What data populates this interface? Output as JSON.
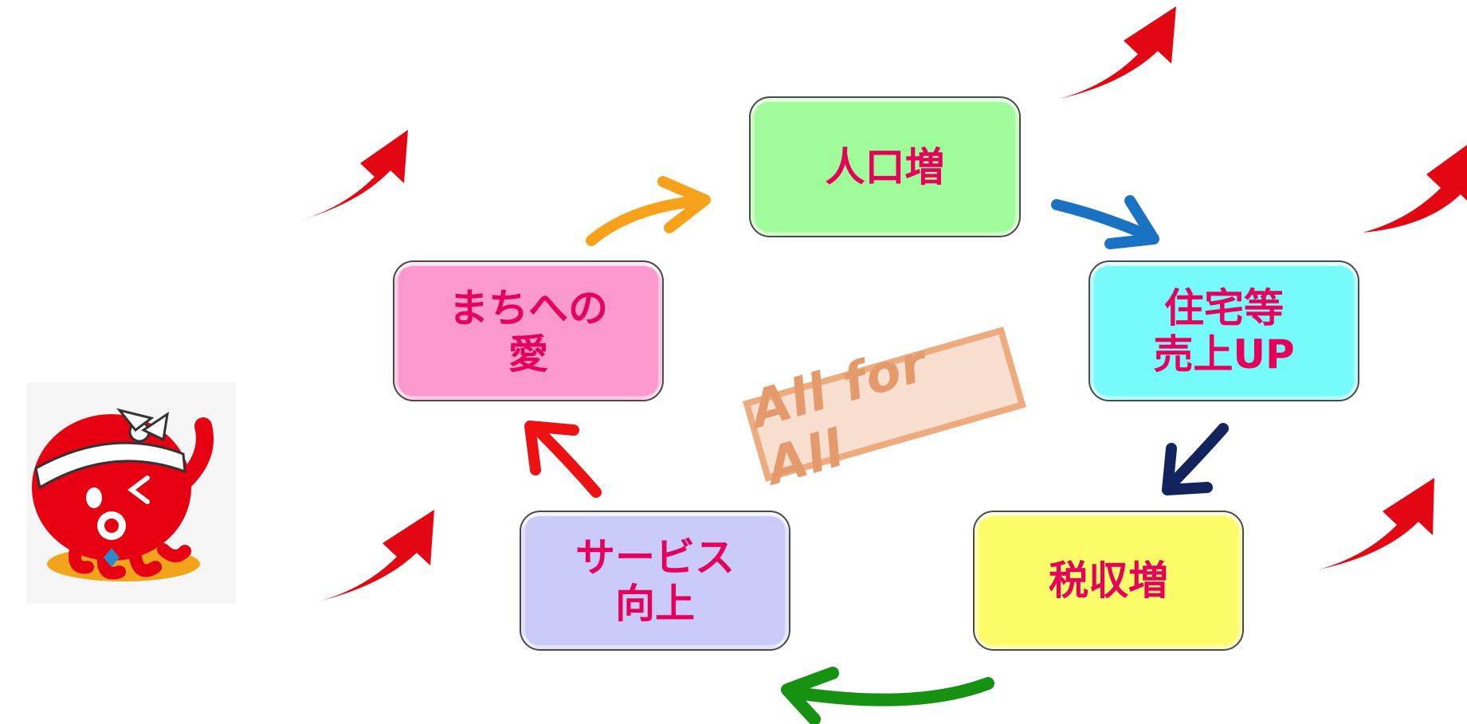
{
  "nodes": {
    "population": "人口増",
    "housing": "住宅等\n売上UP",
    "tax": "税収増",
    "service": "サービス\n向上",
    "love": "まちへの\n愛"
  },
  "slogan": "All for All",
  "colors": {
    "text": "#e6005c",
    "population": "#a0fb9a",
    "housing": "#76fafa",
    "tax": "#fdfd6a",
    "service": "#cbcbfa",
    "love": "#fc99cc",
    "arrow_love_to_population": "#f7a21a",
    "arrow_population_to_housing": "#1a73c2",
    "arrow_housing_to_tax": "#12235e",
    "arrow_tax_to_service": "#169112",
    "arrow_service_to_love": "#ee1111",
    "growth_arrows": "#e30613"
  },
  "icons": [
    "octopus-mascot-icon",
    "growth-arrow-icon"
  ]
}
